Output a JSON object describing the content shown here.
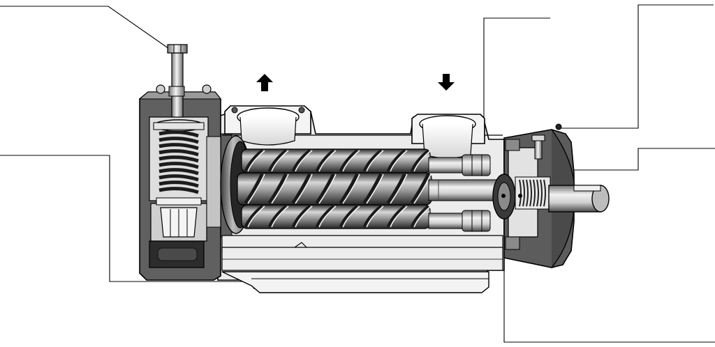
{
  "figure": {
    "kind": "cutaway-drawing",
    "subject": "three-screw-pump",
    "text_labels": [],
    "arrows": [
      {
        "name": "flow-out-arrow",
        "direction": "up"
      },
      {
        "name": "flow-in-arrow",
        "direction": "down"
      }
    ],
    "leader_lines": [
      {
        "name": "leader-relief-valve-adjusting-screw"
      },
      {
        "name": "leader-pump-casing-rotor"
      },
      {
        "name": "leader-idler-rotor-end"
      },
      {
        "name": "leader-end-cover"
      },
      {
        "name": "leader-shaft-seal"
      },
      {
        "name": "leader-drive-bearing-housing"
      }
    ],
    "colors": {
      "casing_section": "#5f5f5f",
      "casing_body": "#ededed",
      "outline": "#000000",
      "shaft": "#b9b9b9",
      "screw_dark": "#3c3c3c"
    }
  }
}
